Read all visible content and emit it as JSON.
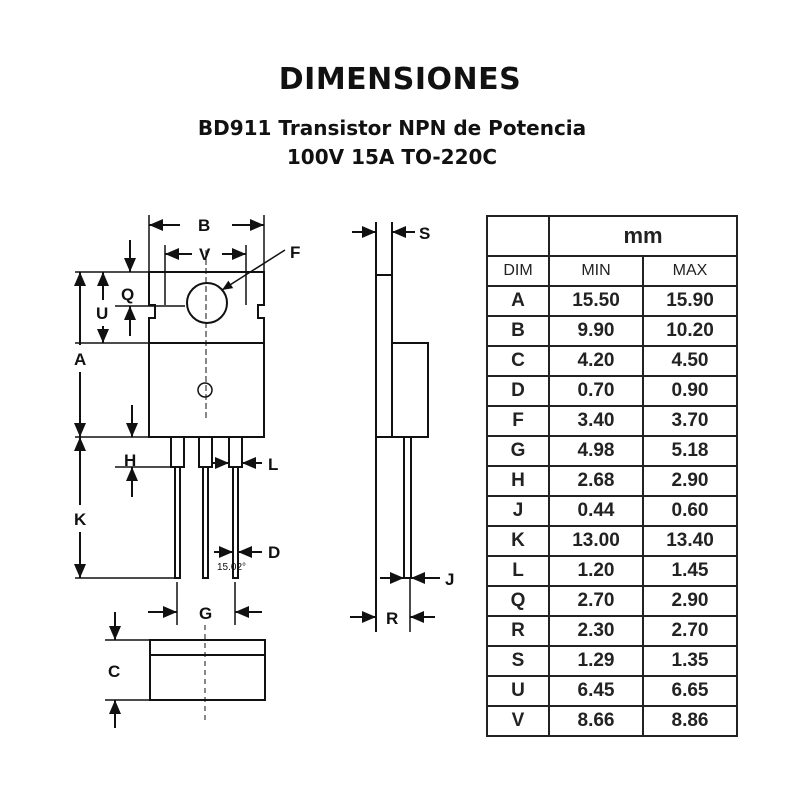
{
  "header": {
    "title": "DIMENSIONES",
    "subtitle_line1": "BD911 Transistor NPN de Potencia",
    "subtitle_line2": "100V 15A TO-220C"
  },
  "drawing": {
    "labels": {
      "A": "A",
      "B": "B",
      "C": "C",
      "D": "D",
      "F": "F",
      "G": "G",
      "H": "H",
      "J": "J",
      "K": "K",
      "L": "L",
      "Q": "Q",
      "R": "R",
      "S": "S",
      "U": "U",
      "V": "V"
    },
    "angle_note": "15.02°"
  },
  "table": {
    "unit_header": "mm",
    "col_dim": "DIM",
    "col_min": "MIN",
    "col_max": "MAX",
    "rows": [
      {
        "dim": "A",
        "min": "15.50",
        "max": "15.90"
      },
      {
        "dim": "B",
        "min": "9.90",
        "max": "10.20"
      },
      {
        "dim": "C",
        "min": "4.20",
        "max": "4.50"
      },
      {
        "dim": "D",
        "min": "0.70",
        "max": "0.90"
      },
      {
        "dim": "F",
        "min": "3.40",
        "max": "3.70"
      },
      {
        "dim": "G",
        "min": "4.98",
        "max": "5.18"
      },
      {
        "dim": "H",
        "min": "2.68",
        "max": "2.90"
      },
      {
        "dim": "J",
        "min": "0.44",
        "max": "0.60"
      },
      {
        "dim": "K",
        "min": "13.00",
        "max": "13.40"
      },
      {
        "dim": "L",
        "min": "1.20",
        "max": "1.45"
      },
      {
        "dim": "Q",
        "min": "2.70",
        "max": "2.90"
      },
      {
        "dim": "R",
        "min": "2.30",
        "max": "2.70"
      },
      {
        "dim": "S",
        "min": "1.29",
        "max": "1.35"
      },
      {
        "dim": "U",
        "min": "6.45",
        "max": "6.65"
      },
      {
        "dim": "V",
        "min": "8.66",
        "max": "8.86"
      }
    ]
  }
}
